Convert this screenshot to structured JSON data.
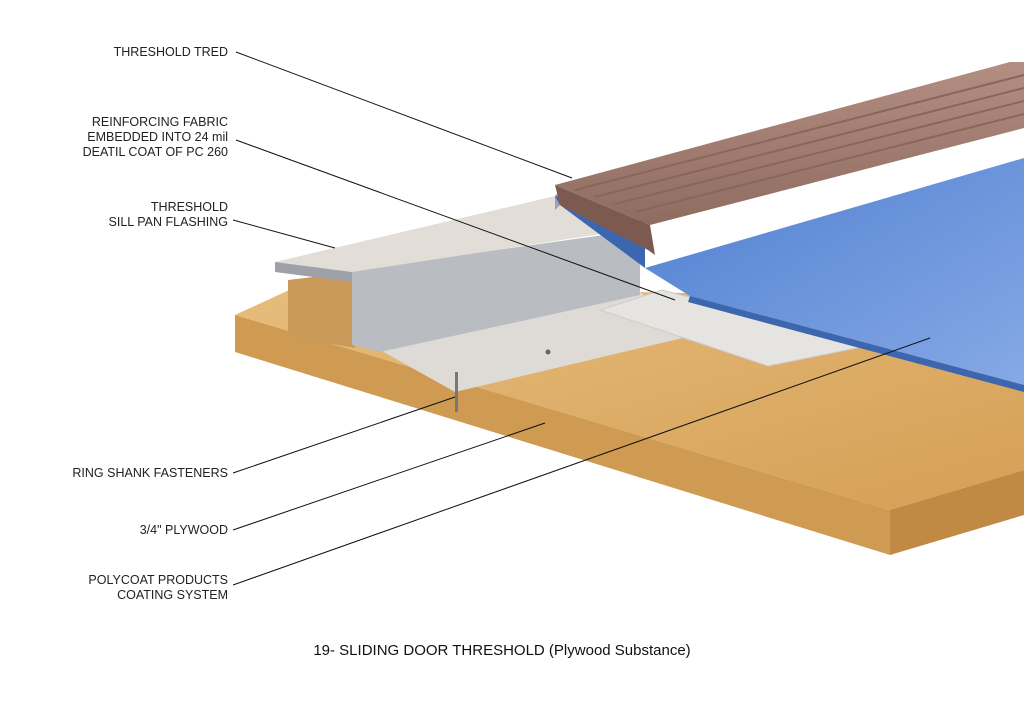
{
  "labels": {
    "tread": "THRESHOLD TRED",
    "fabric": [
      "REINFORCING FABRIC",
      "EMBEDDED INTO 24 mil",
      "DEATIL COAT OF PC 260"
    ],
    "sill_pan": [
      "THRESHOLD",
      "SILL PAN FLASHING"
    ],
    "fasteners": "RING SHANK FASTENERS",
    "plywood": "3/4\" PLYWOOD",
    "coating": [
      "POLYCOAT PRODUCTS",
      "COATING SYSTEM"
    ]
  },
  "caption": "19- SLIDING DOOR THRESHOLD (Plywood Substance)",
  "colors": {
    "wood": "#d9a862",
    "membrane": "#6e98dc",
    "tread": "#a88276",
    "metal": "#c8c9cc"
  }
}
